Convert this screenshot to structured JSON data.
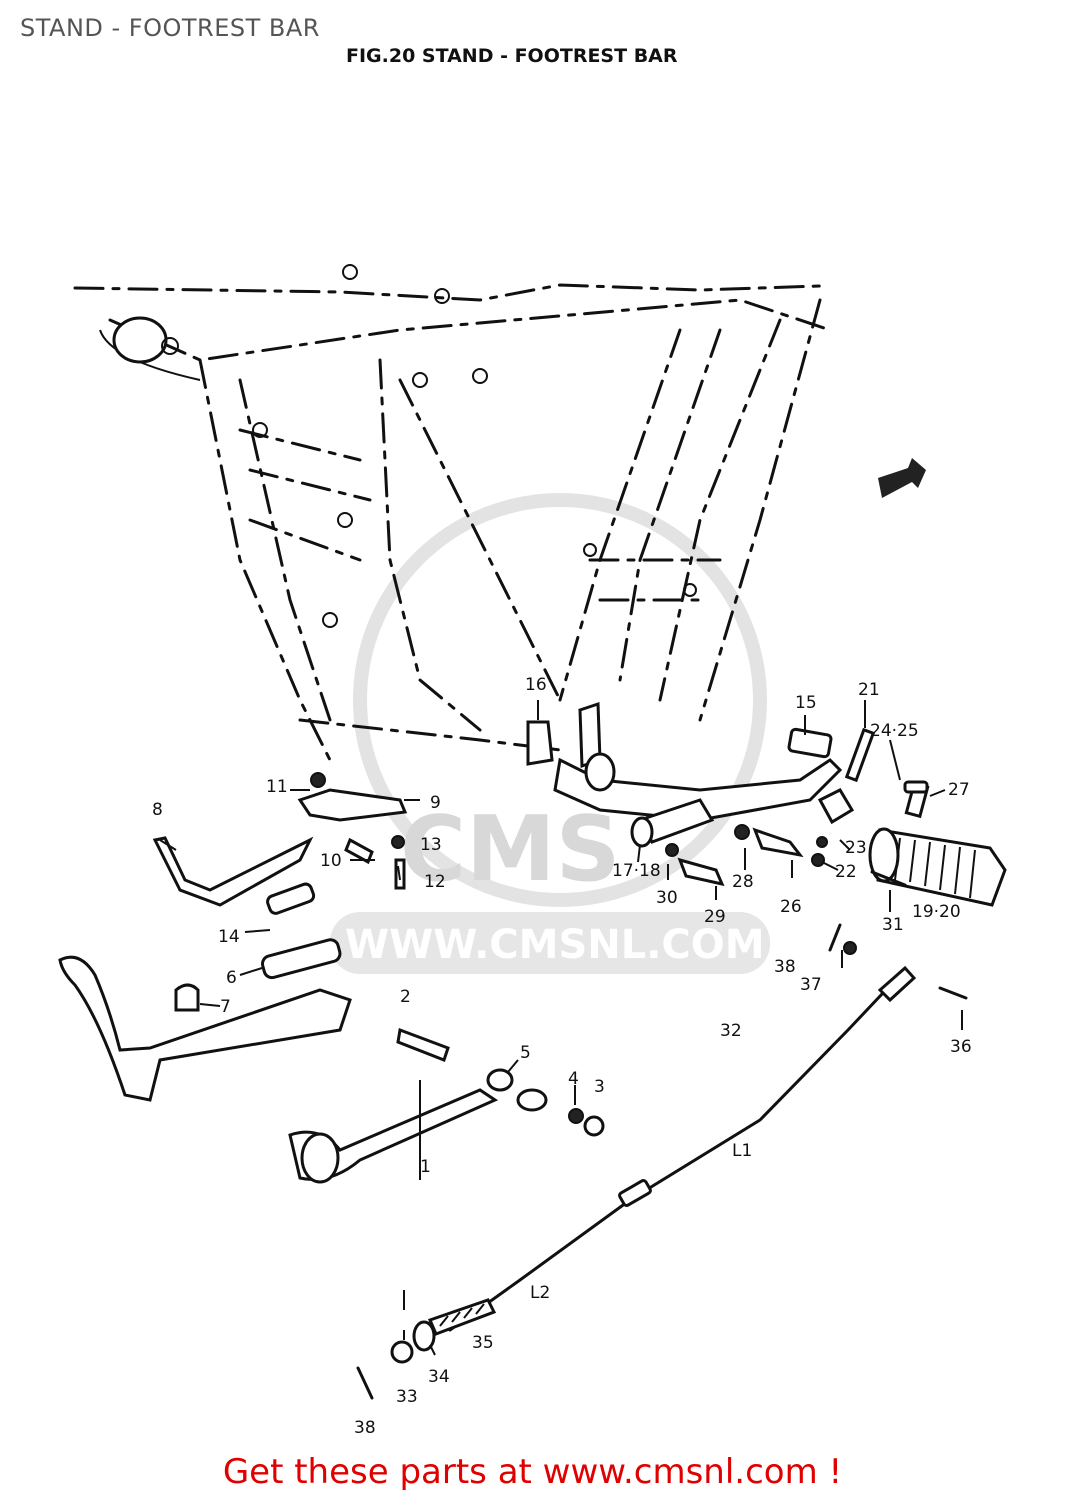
{
  "page": {
    "title": "STAND - FOOTREST BAR"
  },
  "figure": {
    "caption": "FIG.20  STAND - FOOTREST BAR"
  },
  "watermark": {
    "text": "WWW.CMSNL.COM",
    "logo_letters": "CMS"
  },
  "footer": {
    "link_text": "Get these parts at www.cmsnl.com !"
  },
  "parts_labels": {
    "p1": "1",
    "p2": "2",
    "p3": "3",
    "p4": "4",
    "p5": "5",
    "p6": "6",
    "p7": "7",
    "p8": "8",
    "p9": "9",
    "p10": "10",
    "p11": "11",
    "p12": "12",
    "p13": "13",
    "p14": "14",
    "p15": "15",
    "p16": "16",
    "p17_18": "17·18",
    "p19_20": "19·20",
    "p21": "21",
    "p22": "22",
    "p23": "23",
    "p24_25": "24·25",
    "p26": "26",
    "p27": "27",
    "p28": "28",
    "p29": "29",
    "p30": "30",
    "p31": "31",
    "p32": "32",
    "p33": "33",
    "p34": "34",
    "p35": "35",
    "p36": "36",
    "p37": "37",
    "p38a": "38",
    "p38b": "38",
    "L1": "L1",
    "L2": "L2"
  },
  "colors": {
    "footer_link": "#e00000",
    "title_gray": "#555555",
    "watermark": "#d8d8d8"
  }
}
